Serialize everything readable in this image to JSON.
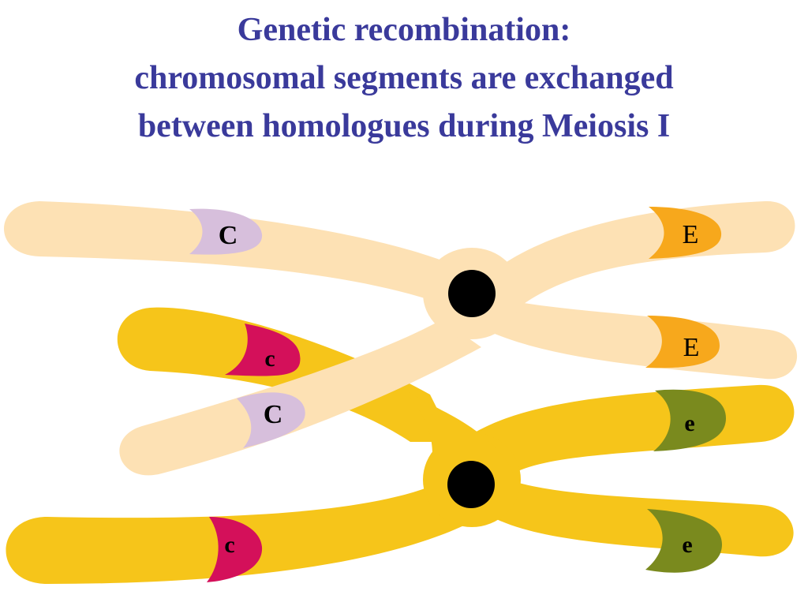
{
  "title": {
    "line1": "Genetic recombination:",
    "line2": "chromosomal segments are exchanged",
    "line3": "between homologues during Meiosis I"
  },
  "colors": {
    "title": "#3a3a9b",
    "light_chromosome": "#fde1b4",
    "dark_chromosome": "#f6c51a",
    "centromere": "#000000",
    "allele_C": "#d7bfdc",
    "allele_c": "#d4105a",
    "allele_E": "#f7a81c",
    "allele_e": "#7a8a1e"
  },
  "alleles": {
    "light_top_left": "C",
    "light_top_right": "E",
    "light_crossed_arm": "C",
    "light_lower_right": "E",
    "dark_upper_left": "c",
    "dark_upper_right": "e",
    "dark_bottom_left": "c",
    "dark_bottom_right": "e"
  }
}
